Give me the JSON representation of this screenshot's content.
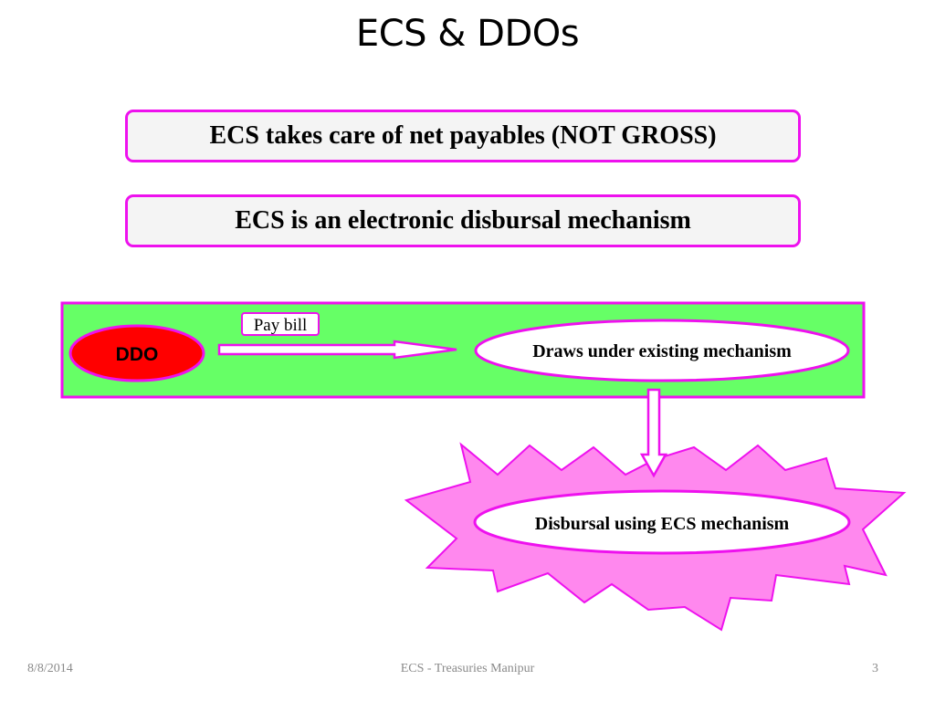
{
  "slide": {
    "title": "ECS & DDOs"
  },
  "statements": [
    "ECS takes care of net payables (NOT GROSS)",
    "ECS is an electronic disbursal mechanism"
  ],
  "diagram": {
    "ddo_label": "DDO",
    "arrow_label": "Pay bill",
    "draws_label": "Draws under existing mechanism",
    "disbursal_label": "Disbursal using ECS mechanism"
  },
  "footer": {
    "date": "8/8/2014",
    "center": "ECS - Treasuries Manipur",
    "page_number": "3"
  },
  "colors": {
    "accent_magenta": "#ee11ee",
    "band_green": "#66ff66",
    "ddo_red": "#ff0000",
    "burst_pink": "#ff88ee"
  }
}
